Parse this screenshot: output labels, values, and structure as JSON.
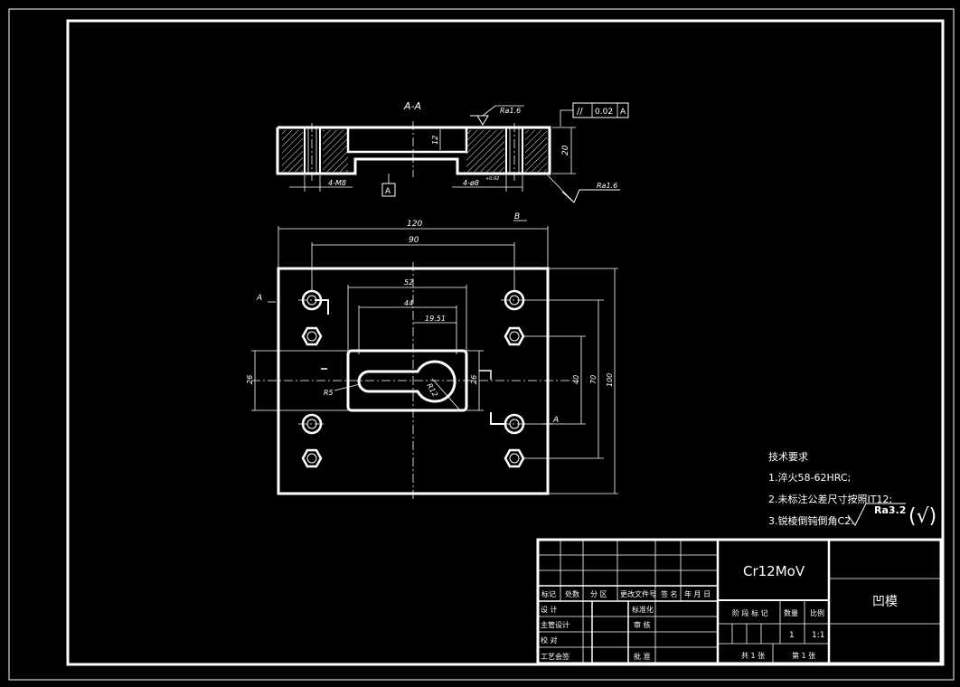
{
  "colors": {
    "background": "#000000",
    "lines": "#ffffff"
  },
  "section": {
    "title": "A-A",
    "rough_top": "Ra1.6",
    "rough_side": "Ra1.6",
    "tolerance": {
      "symbol": "//",
      "value": "0.02",
      "datum": "A"
    },
    "dim_height": "20",
    "dim_depth": "12",
    "dim_m8": "4-M8",
    "dim_hole": "4-ø8",
    "dim_hole_tol": "+0.02\n0",
    "datum": "A"
  },
  "plan": {
    "section_b": "B",
    "section_a_left": "A",
    "section_a_right": "A",
    "dim_120": "120",
    "dim_90": "90",
    "dim_52": "52",
    "dim_44": "44",
    "dim_19": "19.51",
    "dim_26_left": "26",
    "dim_26_right": "26",
    "dim_40": "40",
    "dim_70": "70",
    "dim_100": "100",
    "r5": "R5",
    "r12": "R12"
  },
  "notes": {
    "heading": "技术要求",
    "items": [
      "1.淬火58-62HRC;",
      "2.未标注公差尺寸按照IT12;",
      "3.锐棱倒钝倒角C2."
    ],
    "roughness": "Ra3.2",
    "bracket": "(√)"
  },
  "title_block": {
    "material": "Cr12MoV",
    "part_name": "凹模",
    "headers": [
      "标记",
      "处数",
      "分 区",
      "更改文件号",
      "签 名",
      "年 月 日"
    ],
    "rows": [
      "设 计",
      "主管设计",
      "校 对",
      "工艺会签"
    ],
    "mid_labels": [
      "标准化",
      "审 核",
      "批 准"
    ],
    "stage_label": "阶 段 标 记",
    "weight_label": "数量",
    "scale_label": "比例",
    "quantity": "1",
    "scale": "1:1",
    "sheets_total": "共 1 张",
    "sheet_no": "第 1 张"
  }
}
